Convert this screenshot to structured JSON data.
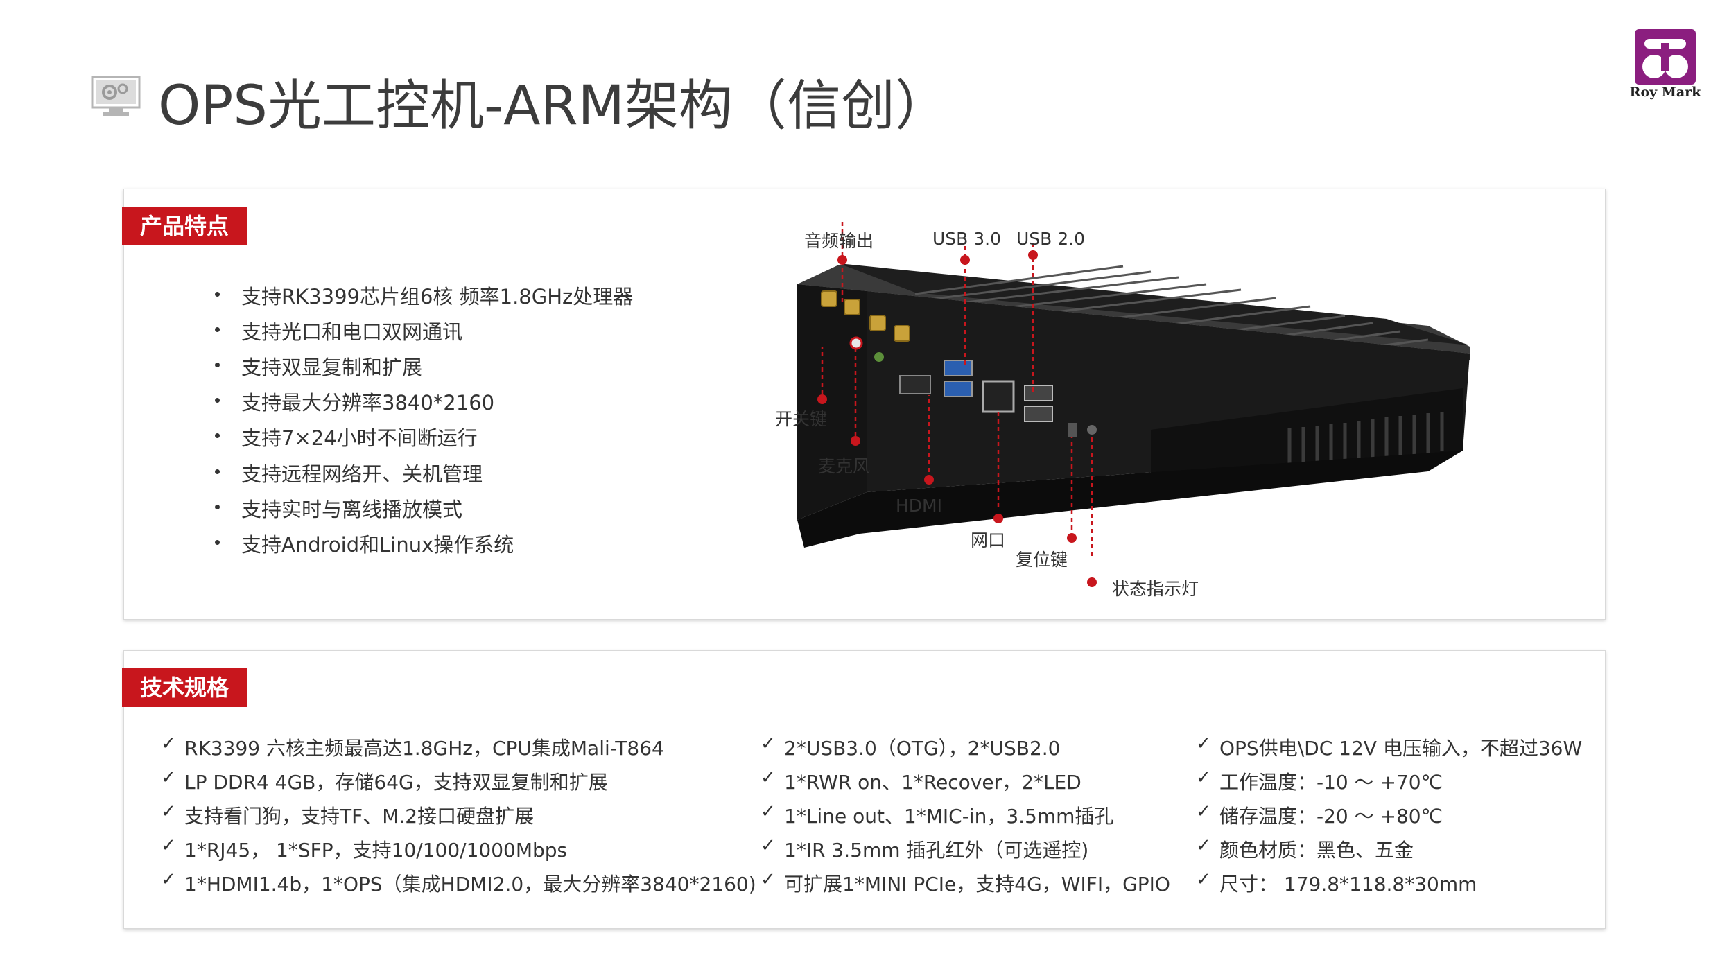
{
  "header": {
    "title": "OPS光工控机-ARM架构（信创）",
    "title_icon": "monitor-gear-icon",
    "logo_text": "Roy Mark",
    "logo_icon": "roymark-logo-icon"
  },
  "colors": {
    "accent": "#c8161d",
    "logo": "#8b1e7f",
    "text": "#333333"
  },
  "features": {
    "label": "产品特点",
    "items": [
      "支持RK3399芯片组6核 频率1.8GHz处理器",
      "支持光口和电口双网通讯",
      "支持双显复制和扩展",
      "支持最大分辨率3840*2160",
      "支持7×24小时不间断运行",
      "支持远程网络开、关机管理",
      "支持实时与离线播放模式",
      "支持Android和Linux操作系统"
    ]
  },
  "device": {
    "callouts": {
      "audio_out": "音频输出",
      "usb3": "USB 3.0",
      "usb2": "USB 2.0",
      "power_key": "开关键",
      "mic": "麦克风",
      "hdmi": "HDMI",
      "lan": "网口",
      "reset_key": "复位键",
      "status_led": "状态指示灯"
    }
  },
  "specs": {
    "label": "技术规格",
    "columns": [
      [
        "RK3399 六核主频最高达1.8GHz，CPU集成Mali-T864",
        "LP DDR4 4GB，存储64G，支持双显复制和扩展",
        "支持看门狗，支持TF、M.2接口硬盘扩展",
        "1*RJ45， 1*SFP，支持10/100/1000Mbps",
        "1*HDMI1.4b，1*OPS（集成HDMI2.0，最大分辨率3840*2160)"
      ],
      [
        "2*USB3.0（OTG），2*USB2.0",
        "1*RWR on、1*Recover，2*LED",
        "1*Line out、1*MIC-in，3.5mm插孔",
        "1*IR 3.5mm 插孔红外（可选遥控)",
        "可扩展1*MINI PCIe，支持4G，WIFI，GPIO"
      ],
      [
        "OPS供电\\DC 12V 电压输入，不超过36W",
        "工作温度：-10 ～ +70℃",
        "储存温度：-20 ～ +80℃",
        "颜色材质：黑色、五金",
        "尺寸： 179.8*118.8*30mm"
      ]
    ],
    "check_glyph": "✓"
  }
}
